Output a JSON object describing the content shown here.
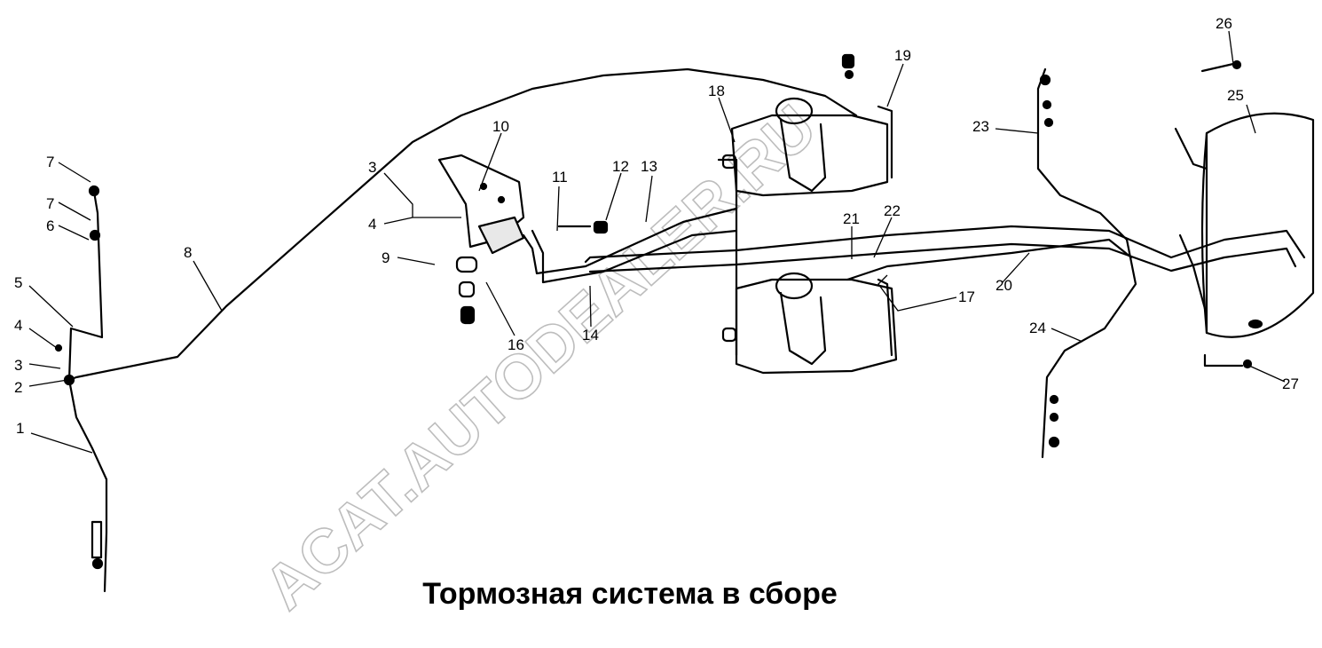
{
  "diagram": {
    "caption": "Тормозная система в сборе",
    "watermark": "ACAT.AUTODEALER.RU",
    "callouts": [
      "1",
      "2",
      "3",
      "3",
      "4",
      "4",
      "5",
      "6",
      "7",
      "7",
      "8",
      "9",
      "10",
      "11",
      "12",
      "13",
      "14",
      "16",
      "17",
      "18",
      "19",
      "20",
      "21",
      "22",
      "23",
      "24",
      "25",
      "26",
      "27"
    ]
  }
}
